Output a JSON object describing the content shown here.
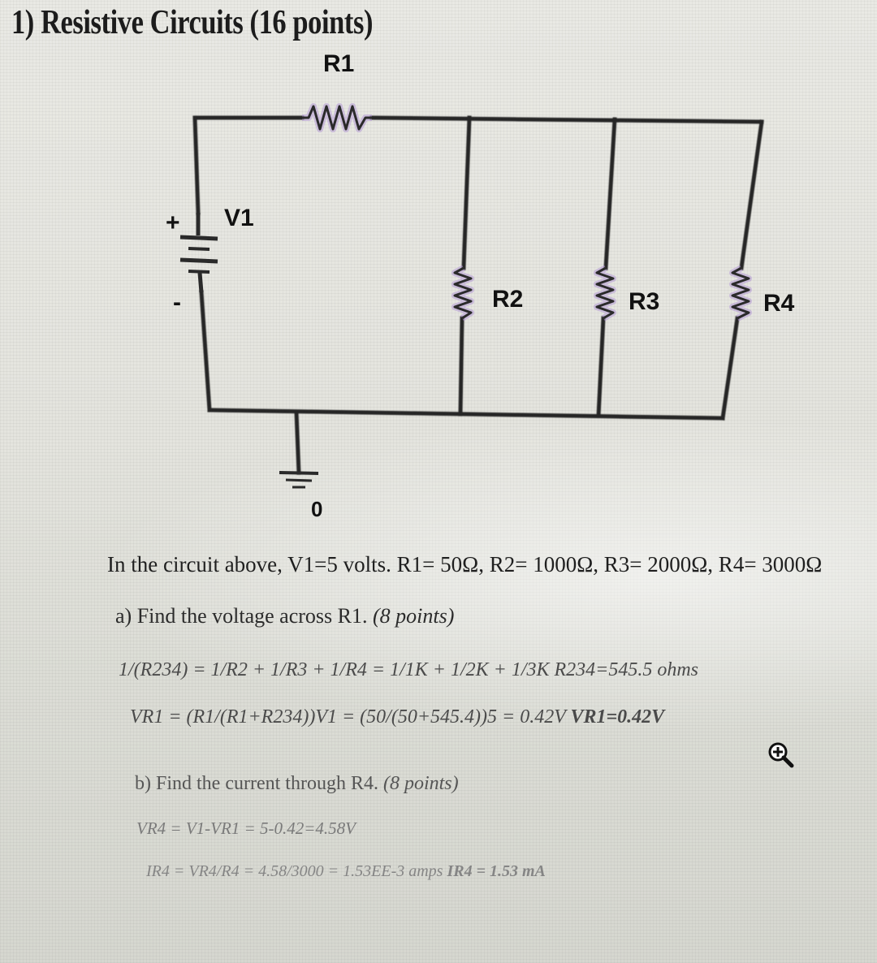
{
  "title": "1) Resistive Circuits (16 points)",
  "circuit": {
    "labels": {
      "r1": "R1",
      "v1": "V1",
      "r2": "R2",
      "r3": "R3",
      "r4": "R4",
      "ground": "0",
      "plus": "+",
      "minus": "-"
    }
  },
  "problem": {
    "statement": "In the circuit above, V1=5 volts.  R1= 50Ω, R2= 1000Ω, R3= 2000Ω, R4= 3000Ω"
  },
  "part_a": {
    "prompt": "a)  Find the voltage across R1. ",
    "points": "(8 points)",
    "line1": "1/(R234) = 1/R2 + 1/R3 + 1/R4 = 1/1K + 1/2K + 1/3K  R234=545.5 ohms",
    "line2_main": "VR1 = (R1/(R1+R234))V1 = (50/(50+545.4))5 = 0.42V  ",
    "line2_result": "VR1=0.42V"
  },
  "part_b": {
    "prompt": "b)  Find the current through R4. ",
    "points": "(8 points)",
    "line1": "VR4 = V1-VR1 = 5-0.42=4.58V",
    "line2_main": "IR4 = VR4/R4 = 4.58/3000 = 1.53EE-3 amps   ",
    "line2_result": "IR4 = 1.53 mA"
  },
  "icons": {
    "zoom": "zoom-in-icon"
  },
  "colors": {
    "wire": "#262626",
    "resistor_glow": "#b49ad6",
    "text": "#1c1c1c"
  }
}
